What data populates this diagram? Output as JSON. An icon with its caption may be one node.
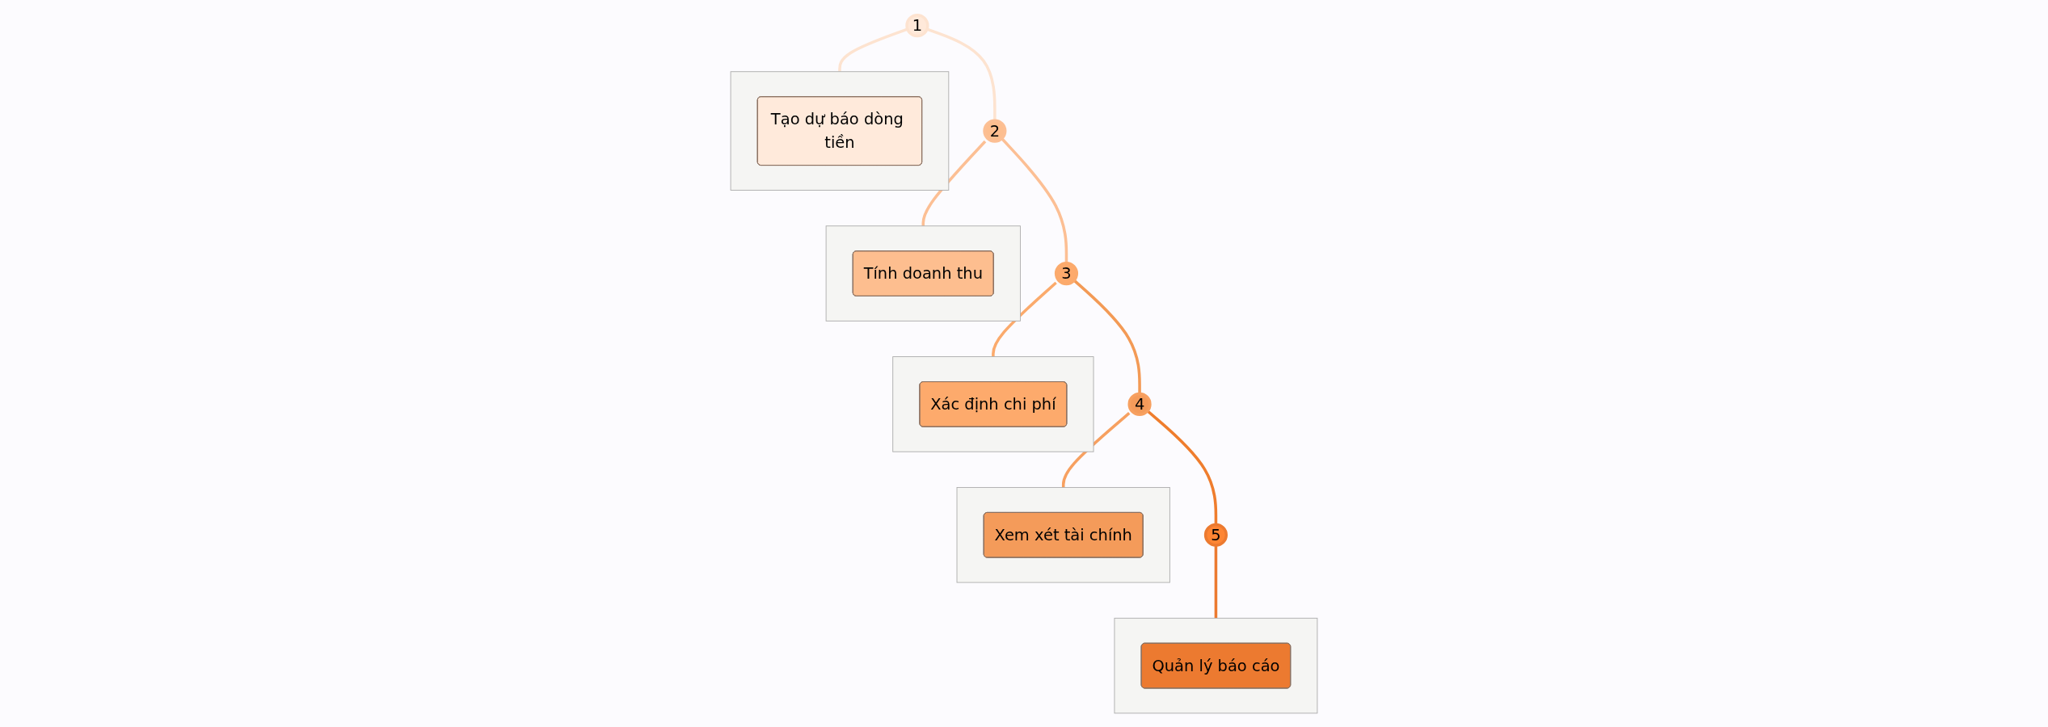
{
  "diagram": {
    "nodes": [
      {
        "text": [
          "1"
        ]
      },
      {
        "text": [],
        "shape": "box"
      },
      {
        "text": [
          "Tạo dự báo dòng tiền"
        ],
        "in": 1
      },
      {
        "text": [
          "2"
        ]
      },
      {
        "text": [],
        "shape": "box"
      },
      {
        "text": [
          "Tính doanh thu"
        ],
        "in": 4
      },
      {
        "text": [
          "3"
        ]
      },
      {
        "text": [],
        "shape": "box"
      },
      {
        "text": [
          "Xác định chi phí"
        ],
        "in": 7
      },
      {
        "text": [
          "4"
        ]
      },
      {
        "text": [],
        "shape": "box"
      },
      {
        "text": [
          "Xem xét tài chính"
        ],
        "in": 10
      },
      {
        "text": [
          "5"
        ]
      },
      {
        "text": [],
        "shape": "box"
      },
      {
        "text": [
          "Quản lý báo cáo"
        ],
        "in": 13
      }
    ],
    "edges": [
      {
        "from": 0,
        "to": 3,
        "arrow": "none",
        "color": "#fde3d0"
      },
      {
        "from": 3,
        "to": 6,
        "arrow": "none",
        "color": "#fcbf94"
      },
      {
        "from": 6,
        "to": 9,
        "arrow": "none",
        "color": "#f39a55"
      },
      {
        "from": 9,
        "to": 12,
        "arrow": "none",
        "color": "#ef7d2d"
      },
      {
        "from": 0,
        "to": 1,
        "arrow": "none",
        "color": "#fde3d0"
      },
      {
        "from": 3,
        "to": 4,
        "arrow": "none",
        "color": "#fcbf94"
      },
      {
        "from": 6,
        "to": 7,
        "arrow": "none",
        "color": "#fbaa6c"
      },
      {
        "from": 9,
        "to": 10,
        "arrow": "none",
        "color": "#f7a060"
      },
      {
        "from": 12,
        "to": 13,
        "arrow": "none",
        "color": "#ec7a30"
      }
    ]
  }
}
